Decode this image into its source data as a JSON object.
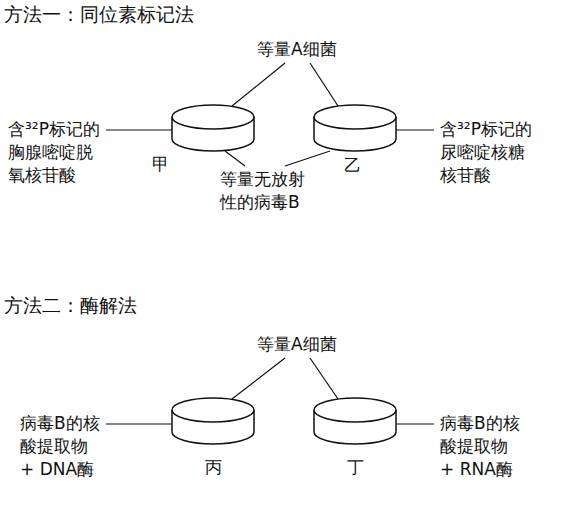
{
  "diagram": {
    "labels": [
      "方法一：同位素标记法",
      "等量A细菌",
      "含³²P标记的 胸腺嘧啶脱 氧核苷酸",
      "甲",
      "等量无放射 性的病毒B",
      "乙",
      "含³²P标记的 尿嘧啶核糖 核苷酸",
      "方法二：酶解法",
      "等量A细菌",
      "病毒B的核 酸提取物+ DNA酶",
      "丙",
      "丁",
      "病毒B的核 酸提取物+ RNA酶"
    ]
  }
}
